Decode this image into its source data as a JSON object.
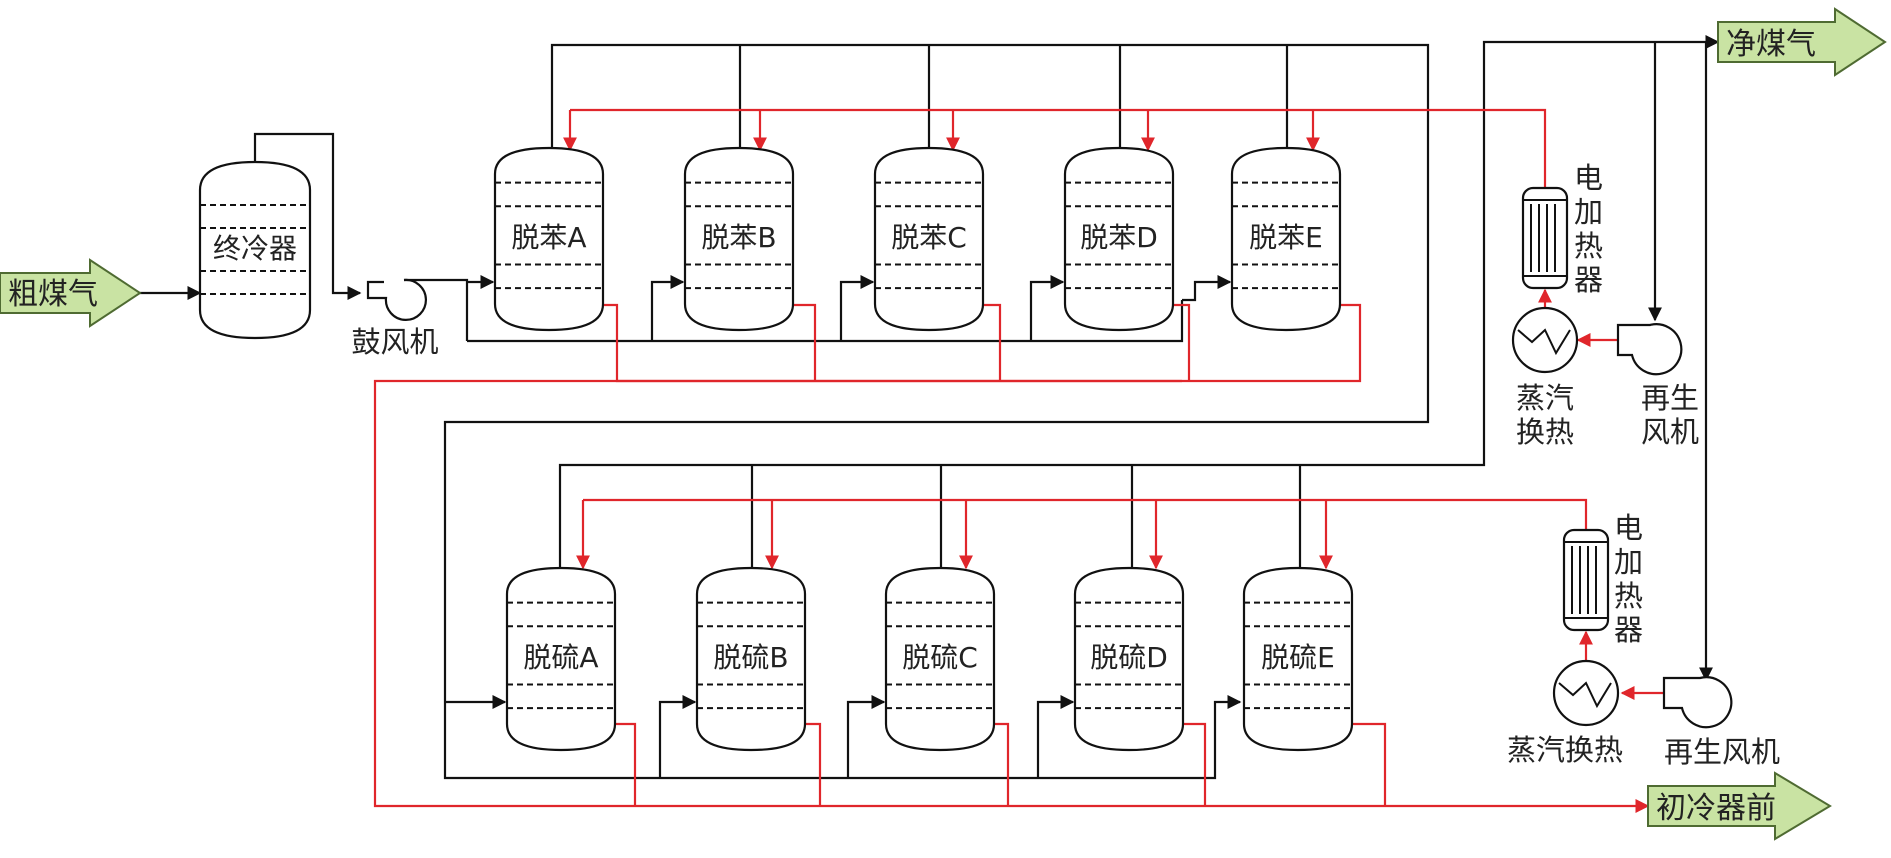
{
  "colors": {
    "line": "#111111",
    "hot_line": "#e0262b",
    "arrow_fill": "#c9e3a3",
    "arrow_stroke": "#4f6b32"
  },
  "inlet": {
    "label": "粗煤气"
  },
  "outlets": {
    "clean_gas": "净煤气",
    "primary_cooler": "初冷器前"
  },
  "final_cooler": {
    "label": "终冷器"
  },
  "blower": {
    "label": "鼓风机"
  },
  "debenzene_vessels": [
    "脱苯A",
    "脱苯B",
    "脱苯C",
    "脱苯D",
    "脱苯E"
  ],
  "desulfur_vessels": [
    "脱硫A",
    "脱硫B",
    "脱硫C",
    "脱硫D",
    "脱硫E"
  ],
  "upper_regen": {
    "heater_label": [
      "电",
      "加",
      "热",
      "器"
    ],
    "steam_label": [
      "蒸汽",
      "换热"
    ],
    "fan_label": [
      "再生",
      "风机"
    ]
  },
  "lower_regen": {
    "heater_label": [
      "电",
      "加",
      "热",
      "器"
    ],
    "steam_label": "蒸汽换热",
    "fan_label": "再生风机"
  }
}
